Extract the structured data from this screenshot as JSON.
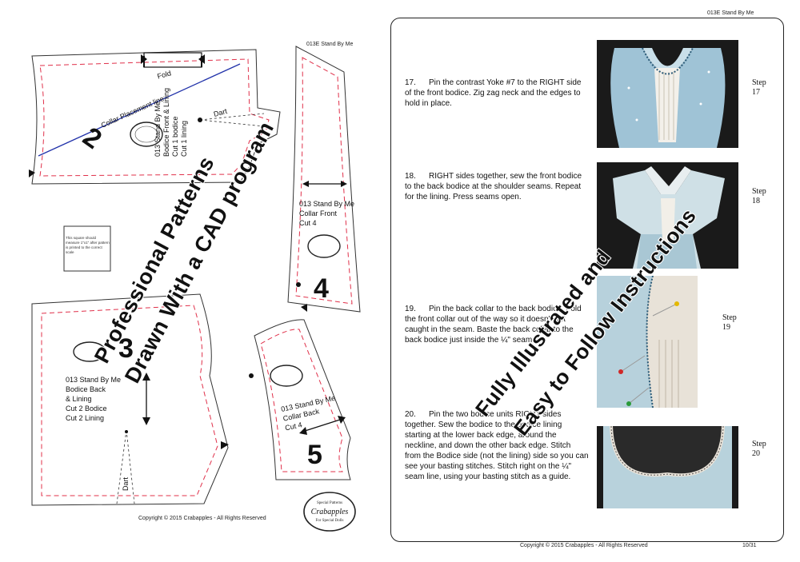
{
  "left_page": {
    "header": "013E Stand By Me",
    "fold_label": "Fold",
    "collar_line_label": "Collar Placement line",
    "dart_label": "Dart",
    "piece2": {
      "number": "2",
      "lines": [
        "013 Stand By Me",
        "Bodice Front & Lining",
        "Cut 1 bodice",
        "Cut 1 lining"
      ]
    },
    "piece3": {
      "number": "3",
      "lines": [
        "013 Stand By Me",
        "Bodice Back",
        "& Lining",
        "Cut 2 Bodice",
        "Cut 2 Lining"
      ]
    },
    "piece4": {
      "number": "4",
      "lines": [
        "013 Stand By Me",
        "Collar Front",
        "Cut 4"
      ]
    },
    "piece5": {
      "number": "5",
      "lines": [
        "013 Stand By Me",
        "Collar Back",
        "Cut 4"
      ]
    },
    "scale_note": "This square should measure 1\"x1\" after pattern is printed to the correct scale",
    "logo_text": "Crabapples",
    "logo_top": "Special Patterns",
    "logo_bottom": "For Special Dolls",
    "copyright": "Copyright © 2015 Crabapples - All Rights Reserved",
    "overlay_line1": "Professional Patterns",
    "overlay_line2": "Drawn With a CAD program"
  },
  "right_page": {
    "header": "013E Stand By Me",
    "steps": [
      {
        "num": "17.",
        "text": "Pin the contrast Yoke #7 to the RIGHT side of the front bodice. Zig zag neck and the edges to hold in place.",
        "label_a": "Step",
        "label_b": "17"
      },
      {
        "num": "18.",
        "text": "RIGHT sides together, sew the front bodice to the back bodice at the shoulder seams. Repeat for the lining. Press seams open.",
        "label_a": "Step",
        "label_b": "18"
      },
      {
        "num": "19.",
        "text": "Pin the back collar to the back bodice. Fold the front collar out of the way so it doesn't get caught in the seam. Baste the back collar to the back bodice just inside the ¼\" seam.",
        "label_a": "Step",
        "label_b": "19"
      },
      {
        "num": "20.",
        "text": "Pin the two bodice units RIGHT sides together. Sew the bodice to the bodice lining starting at the lower back edge, around the neckline, and down the other back edge. Stitch from the Bodice side (not the lining) side so you can see your basting stitches. Stitch right on the ¼\" seam line, using your basting stitch as a guide.",
        "label_a": "Step",
        "label_b": "20"
      }
    ],
    "copyright": "Copyright © 2015 Crabapples - All Rights Reserved",
    "page_number": "10/31",
    "overlay_line1": "Fully Illustrated and",
    "overlay_line2": "Easy to Follow Instructions"
  }
}
